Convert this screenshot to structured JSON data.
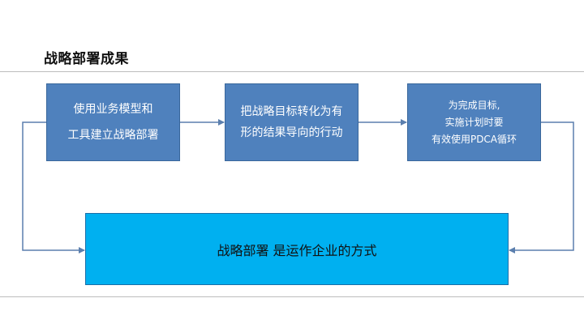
{
  "title": "战略部署成果",
  "boxes": [
    {
      "lines": [
        "使用业务模型和",
        "工具建立战略部署"
      ]
    },
    {
      "lines": [
        "把战略目标转化为有",
        "形的结果导向的行动"
      ]
    },
    {
      "lines": [
        "为完成目标,",
        "实施计划时要",
        "有效使用PDCA循环"
      ]
    }
  ],
  "main": {
    "label": "战略部署 是运作企业的方式"
  },
  "colors": {
    "box_fill": "#4f81bd",
    "main_fill": "#00b0f0",
    "connector": "#5b7fae"
  }
}
